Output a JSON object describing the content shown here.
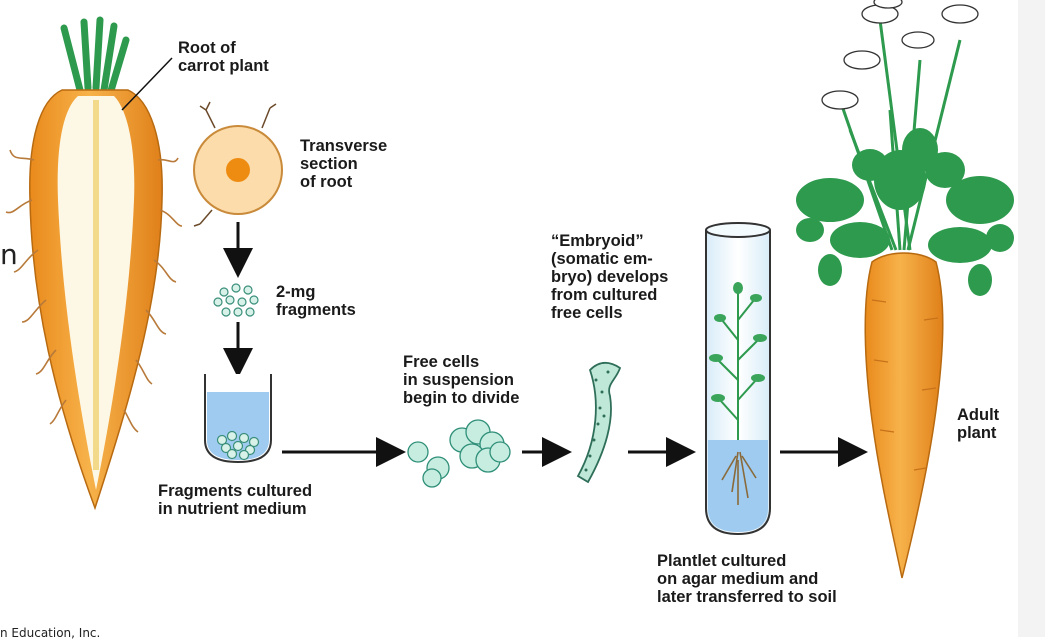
{
  "labels": {
    "root_of_carrot": "Root of\ncarrot plant",
    "transverse_section": "Transverse\nsection\nof root",
    "fragments_2mg": "2-mg\nfragments",
    "fragments_cultured": "Fragments cultured\nin nutrient medium",
    "free_cells": "Free cells\nin suspension\nbegin to divide",
    "embryoid": "“Embryoid”\n(somatic em-\nbryo) develops\nfrom cultured\nfree cells",
    "plantlet": "Plantlet cultured\non agar medium and\nlater transferred to soil",
    "adult_plant": "Adult\nplant"
  },
  "edge_text": {
    "left_fragment": "n",
    "bottom_credit": "n Education, Inc."
  },
  "colors": {
    "carrot_orange": "#f0a030",
    "carrot_core": "#fdf8e6",
    "foliage_green": "#2e9a4e",
    "medium_blue": "#9ecbef",
    "cell_teal": "#a8e0d0",
    "arrow": "#111111"
  }
}
